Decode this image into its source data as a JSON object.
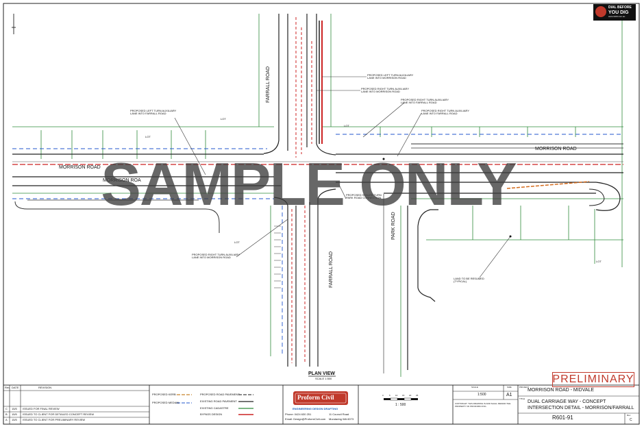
{
  "roads": {
    "farrall_north": "FARRALL ROAD",
    "farrall_south": "FARRALL ROAD",
    "morrison_east": "MORRISON ROAD",
    "morrison_west": "MORRISON ROAD",
    "morrison_west_lower": "MORRISON ROA",
    "park": "PARK ROAD"
  },
  "watermark": "SAMPLE ONLY",
  "plan_view": {
    "title": "PLAN VIEW",
    "scale": "SCALE 1:500"
  },
  "stamp": "PRELIMINARY",
  "dbyd_logo": {
    "line1": "DIAL BEFORE",
    "line2": "YOU DIG",
    "line3": "www.1100.com.au"
  },
  "revisions": {
    "headers": [
      "Rev",
      "DATE",
      "REVISION"
    ],
    "rows": [
      {
        "rev": "C",
        "date": "15/5",
        "text": "ISSUED FOR FINAL REVIEW"
      },
      {
        "rev": "B",
        "date": "15/5",
        "text": "ISSUED TO CLIENT FOR DETAILED CONCEPT REVIEW"
      },
      {
        "rev": "A",
        "date": "15/5",
        "text": "ISSUED TO CLIENT FOR PRELIMINARY REVIEW"
      }
    ]
  },
  "legend": [
    {
      "label": "PROPOSED KERB",
      "color": "#c8822a"
    },
    {
      "label": "PROPOSED ROAD PAVEMENT",
      "color": "#444444"
    },
    {
      "label": "EXISTING ROAD PAVEMENT",
      "color": "#222222"
    },
    {
      "label": "EXISTING CADASTRE",
      "color": "#2e8b3a"
    },
    {
      "label": "PROPOSED MEDIAN",
      "color": "#2255cc"
    },
    {
      "label": "BYPASS DESIGN",
      "color": "#cc2222"
    }
  ],
  "company": {
    "name": "Proform Civil",
    "tagline": "ENGINEERING DESIGN DRAFTING",
    "phone": "Phone: 0424 630 251",
    "email": "Email: Design@ProformCivil.com",
    "address1": "11 Council Road",
    "address2": "Mundaring WA 6073"
  },
  "scalebar": {
    "ticks": [
      "0",
      "5",
      "10",
      "15",
      "20",
      "25"
    ],
    "label": "1 : 500"
  },
  "notes": "COPYRIGHT. THIS DRAWING IS AND SHALL REMAIN THE PROPERTY OF PROFORM CIVIL.",
  "sheet": {
    "size": "A1",
    "scale_label": "SCALE",
    "size_label": "SIZE",
    "scale": "1:500"
  },
  "project": {
    "label": "PROJECT",
    "name": "MORRISON ROAD - MIDVALE"
  },
  "title": {
    "label": "TITLE",
    "line1": "DUAL CARRIAGE WAY - CONCEPT",
    "line2": "INTERSECTION DETAIL - MORRISON/FARRALL"
  },
  "drawing": {
    "number": "R601-91",
    "rev_label": "Rev",
    "rev": "C"
  },
  "annotations": {
    "a1": "PROPOSED LEFT TURN AUXILIARY LANE INTO MORRISON ROAD",
    "a2": "PROPOSED RIGHT TURN AUXILIARY LANE INTO MORRISON ROAD",
    "a3": "PROPOSED RIGHT TURN AUXILIARY LANE INTO FARRALL ROAD",
    "a4": "PROPOSED LEFT TURN AUXILIARY LANE INTO FARRALL ROAD",
    "a5": "PROPOSED RIGHT TURN AUXILIARY LANE INTO FARRALL ROAD",
    "a6": "PROPOSED SEALED TURN PARK ROAD CONNECTION",
    "a7": "PROPOSED RIGHT TURN AUXILIARY LANE INTO MORRISON ROAD",
    "a8": "LAND TO BE RESUMED (TYPICAL)"
  },
  "lot_labels": [
    "LOT",
    "LOT",
    "LOT",
    "LOT",
    "LOT"
  ]
}
